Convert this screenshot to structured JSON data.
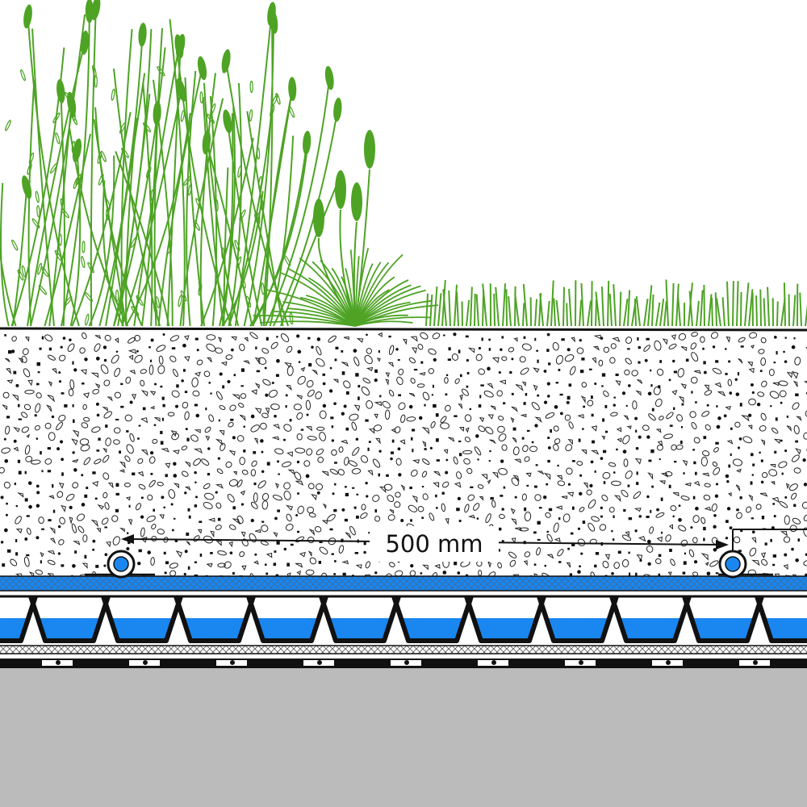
{
  "diagram": {
    "dimension_label": "500 mm"
  },
  "colors": {
    "vegetation": "#4ea325",
    "water": "#1a86f0",
    "concrete": "#bbbbbb",
    "outline": "#111111"
  },
  "layers": [
    "vegetation-layer",
    "growing-medium-substrate",
    "irrigation-pipes",
    "filter-fleece",
    "drainage-retention-board",
    "protection-mat",
    "waterproofing-membrane",
    "concrete-roof-deck"
  ],
  "icons": {
    "irrigation_pipe": "pipe-cross-section-icon"
  }
}
